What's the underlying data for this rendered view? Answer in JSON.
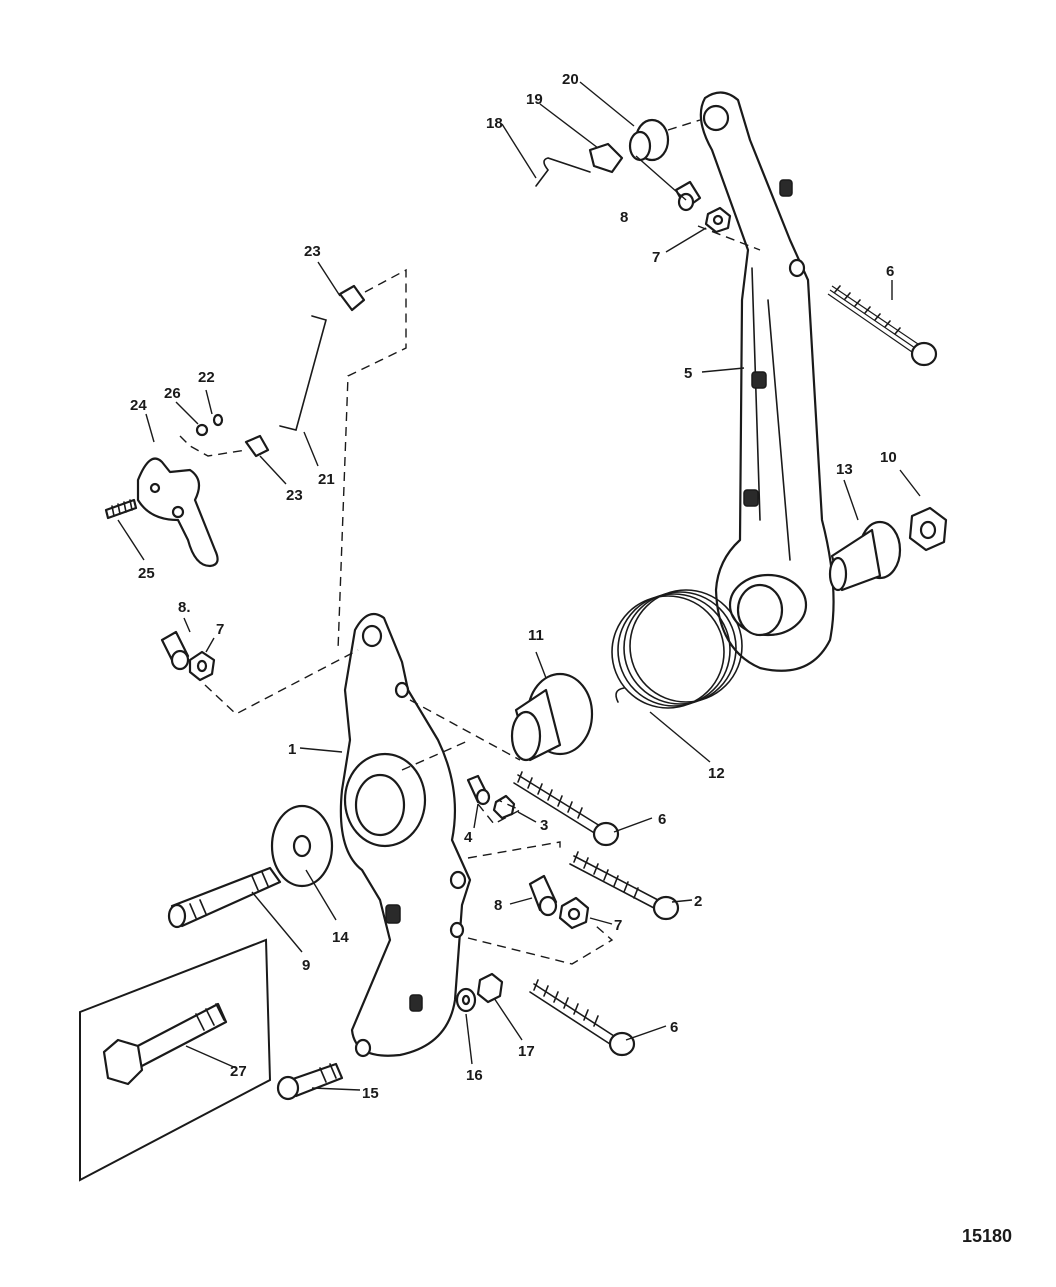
{
  "figure_number": "15180",
  "callouts": {
    "c1": "1",
    "c2": "2",
    "c3": "3",
    "c4": "4",
    "c5": "5",
    "c6a": "6",
    "c6b": "6",
    "c6c": "6",
    "c7a": "7",
    "c7b": "7",
    "c7c": "7",
    "c8a": "8",
    "c8b": "8.",
    "c8c": "8",
    "c9": "9",
    "c10": "10",
    "c11": "11",
    "c12": "12",
    "c13": "13",
    "c14": "14",
    "c15": "15",
    "c16": "16",
    "c17": "17",
    "c18": "18",
    "c19": "19",
    "c20": "20",
    "c21": "21",
    "c22": "22",
    "c23a": "23",
    "c23b": "23",
    "c24": "24",
    "c25": "25",
    "c26": "26",
    "c27": "27"
  }
}
